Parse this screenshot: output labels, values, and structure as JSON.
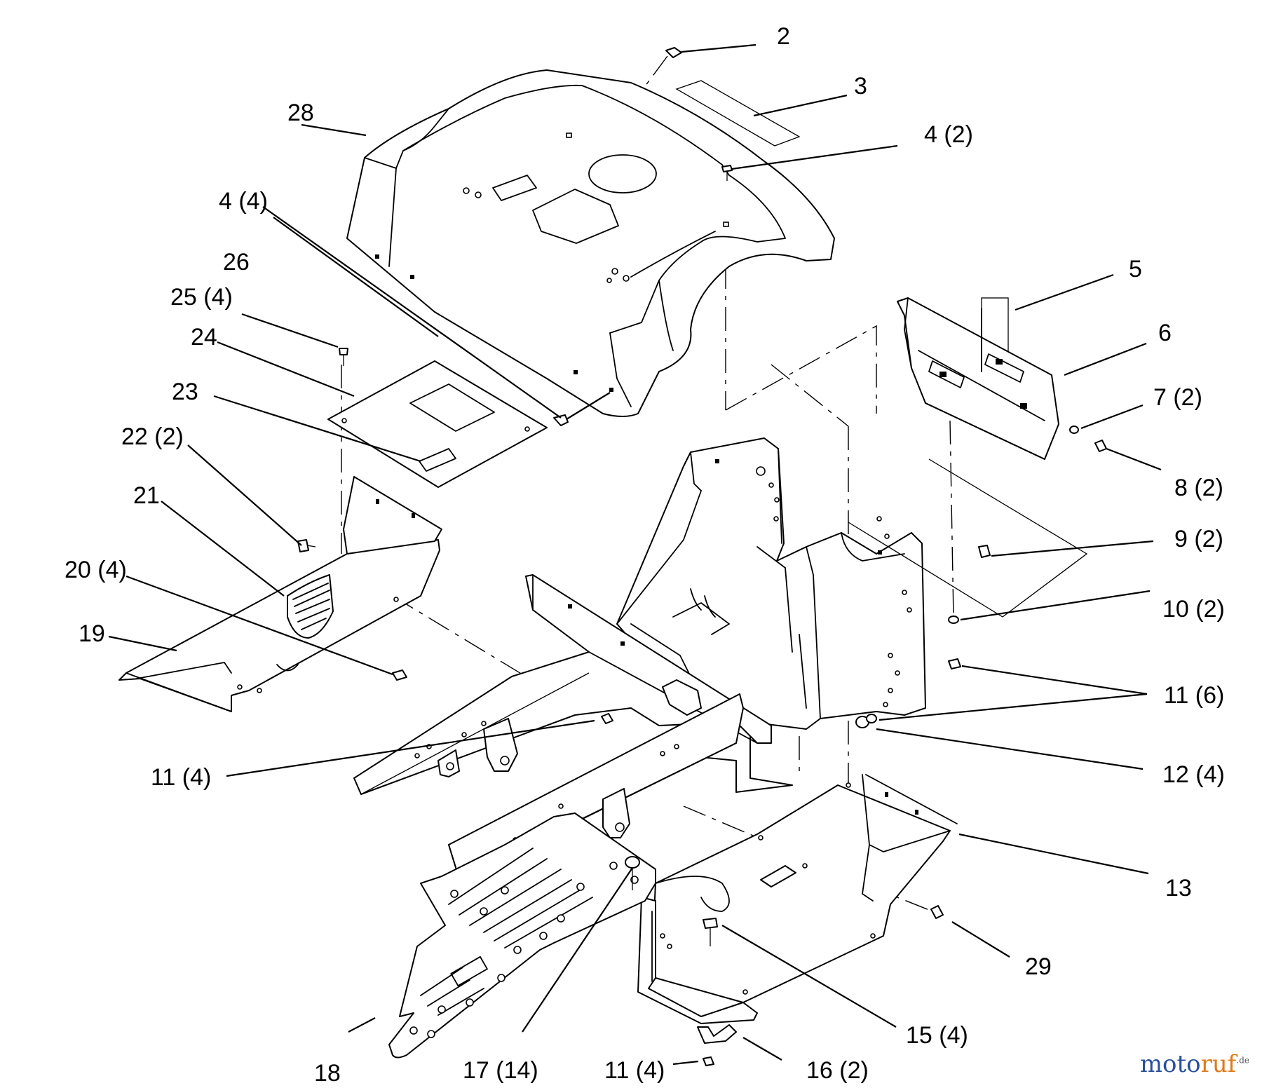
{
  "callouts": {
    "c2": "2",
    "c3": "3",
    "c4_2": "4 (2)",
    "c28": "28",
    "c4_4": "4 (4)",
    "c26": "26",
    "c25_4": "25 (4)",
    "c24": "24",
    "c23": "23",
    "c22_2": "22 (2)",
    "c21": "21",
    "c20_4": "20 (4)",
    "c19": "19",
    "c5": "5",
    "c6": "6",
    "c7_2": "7 (2)",
    "c8_2": "8 (2)",
    "c9_2": "9 (2)",
    "c10_2": "10 (2)",
    "c11_6": "11 (6)",
    "c12_4": "12 (4)",
    "c11_4_mid": "11 (4)",
    "c13": "13",
    "c29": "29",
    "c15_4": "15 (4)",
    "c16_2": "16 (2)",
    "c11_4_bottom": "11 (4)",
    "c17_14": "17 (14)",
    "c18": "18"
  },
  "watermark": {
    "part1": "moto",
    "part2": "ruf",
    "suffix": ".de"
  }
}
